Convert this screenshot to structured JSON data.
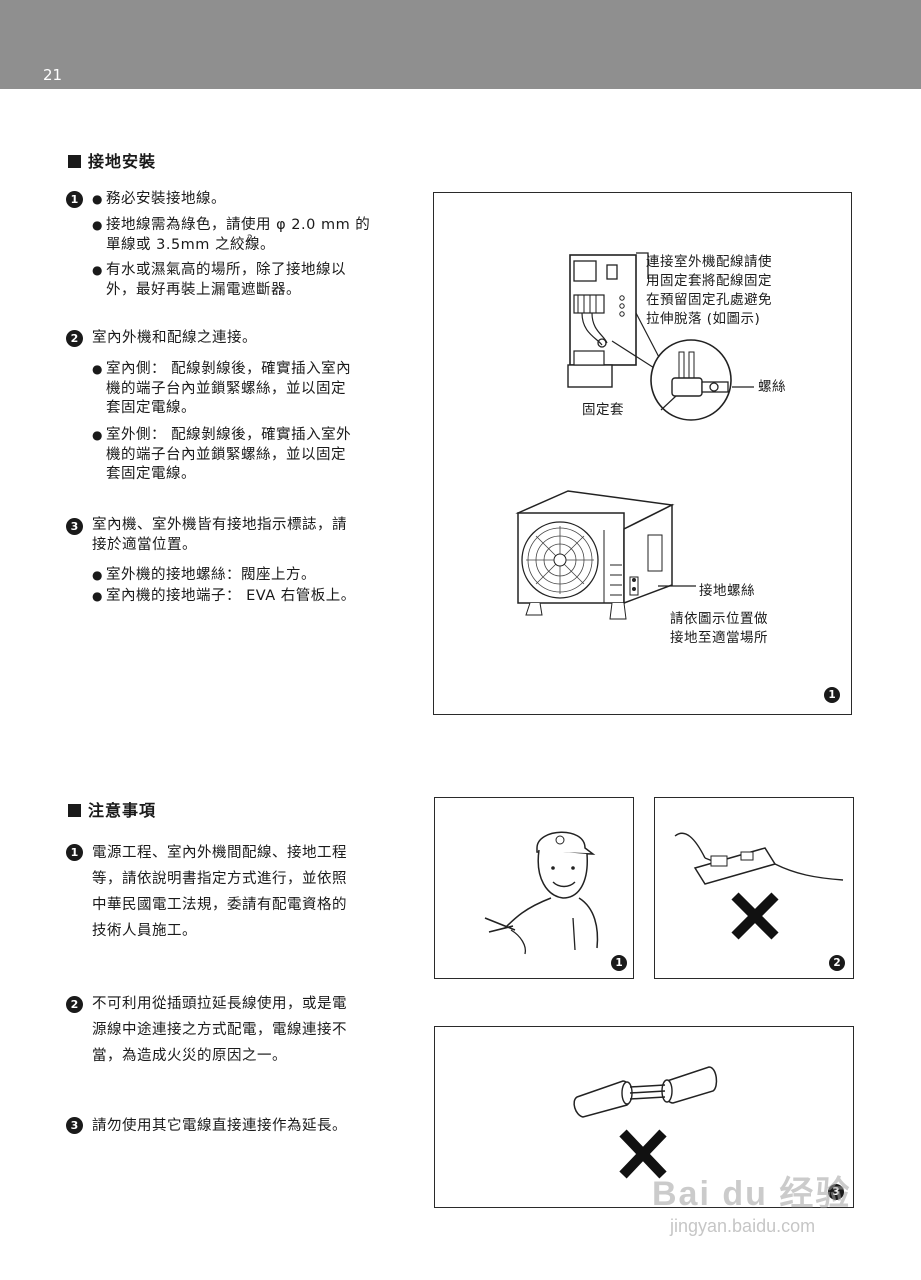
{
  "header": {
    "page_number": "21"
  },
  "grounding": {
    "title": "接地安裝",
    "items": [
      {
        "num": "1",
        "bullets": [
          {
            "text": "務必安裝接地線。"
          },
          {
            "lines": [
              "接地線需為綠色，請使用 φ 2.0 mm 的",
              "單線或 3.5mm  之絞線。"
            ]
          },
          {
            "lines": [
              "有水或濕氣高的場所，除了接地線以",
              "外，最好再裝上漏電遮斷器。"
            ]
          }
        ]
      },
      {
        "num": "2",
        "heading": "室內外機和配線之連接。",
        "bullets": [
          {
            "lines": [
              "室內側： 配線剝線後，確實插入室內",
              "機的端子台內並鎖緊螺絲，並以固定",
              "套固定電線。"
            ]
          },
          {
            "lines": [
              "室外側： 配線剝線後，確實插入室外",
              "機的端子台內並鎖緊螺絲，並以固定",
              "套固定電線。"
            ]
          }
        ]
      },
      {
        "num": "3",
        "heading_lines": [
          "室內機、室外機皆有接地指示標誌，請",
          "接於適當位置。"
        ],
        "bullets": [
          {
            "text": "室外機的接地螺絲：閥座上方。"
          },
          {
            "text": "室內機的接地端子： EVA 右管板上。"
          }
        ]
      }
    ],
    "superscript": "2",
    "figure": {
      "note_lines": [
        "連接室外機配線請使",
        "用固定套將配線固定",
        "在預留固定孔處避免",
        "拉伸脫落 (如圖示)"
      ],
      "label_screw": "螺絲",
      "label_clamp": "固定套",
      "label_ground_screw": "接地螺絲",
      "instruction_lines": [
        "請依圖示位置做",
        "接地至適當場所"
      ],
      "badge": "1"
    }
  },
  "cautions": {
    "title": "注意事項",
    "items": [
      {
        "num": "1",
        "lines": [
          "電源工程、室內外機間配線、接地工程",
          "等，請依說明書指定方式進行，並依照",
          "中華民國電工法規，委請有配電資格的",
          "技術人員施工。"
        ]
      },
      {
        "num": "2",
        "lines": [
          "不可利用從插頭拉延長線使用，或是電",
          "源線中途連接之方式配電，電線連接不",
          "當，為造成火災的原因之一。"
        ]
      },
      {
        "num": "3",
        "lines": [
          "請勿使用其它電線直接連接作為延長。"
        ]
      }
    ],
    "figures": [
      {
        "badge": "1"
      },
      {
        "badge": "2"
      },
      {
        "badge": "3"
      }
    ]
  },
  "watermark": {
    "brand": "Bai du 经验",
    "url": "jingyan.baidu.com"
  }
}
